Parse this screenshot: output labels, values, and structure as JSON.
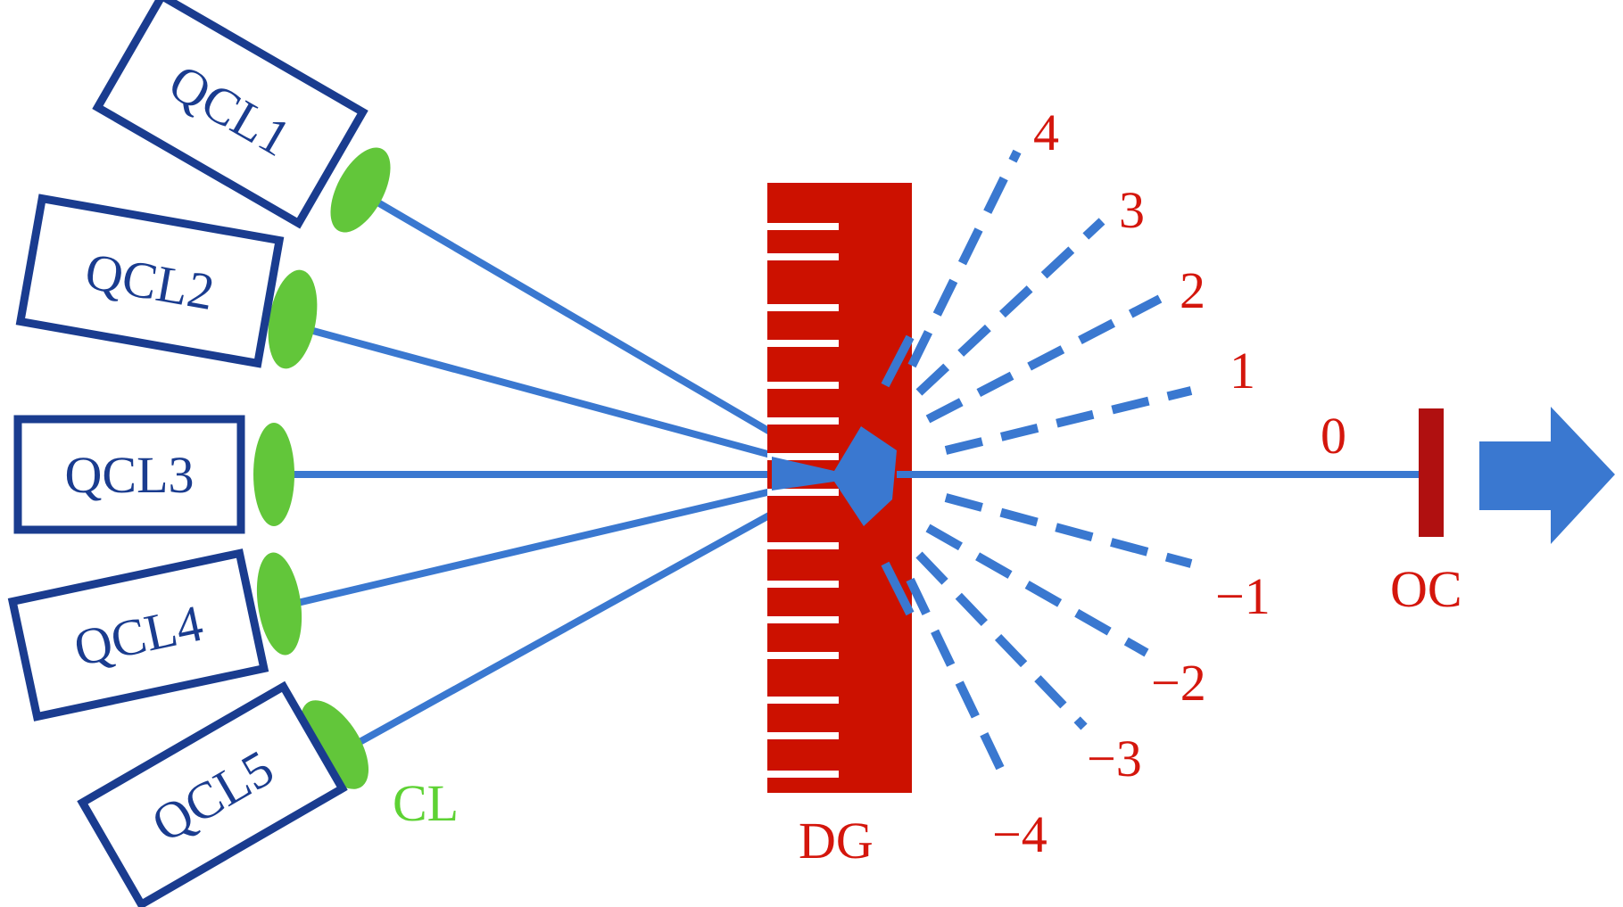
{
  "lasers": [
    {
      "label": "QCL1"
    },
    {
      "label": "QCL2"
    },
    {
      "label": "QCL3"
    },
    {
      "label": "QCL4"
    },
    {
      "label": "QCL5"
    }
  ],
  "labels": {
    "lens": "CL",
    "grating": "DG",
    "output_coupler": "OC"
  },
  "orders": [
    {
      "label": "4"
    },
    {
      "label": "3"
    },
    {
      "label": "2"
    },
    {
      "label": "1"
    },
    {
      "label": "0"
    },
    {
      "label": "−1"
    },
    {
      "label": "−2"
    },
    {
      "label": "−3"
    },
    {
      "label": "−4"
    }
  ],
  "colors": {
    "laser_box": "#1a3c8f",
    "beam": "#3a78d0",
    "lens": "#62c63a",
    "grating": "#cc1100",
    "output_coupler": "#b01010",
    "label_red": "#d4160c",
    "label_green": "#5ed234"
  }
}
